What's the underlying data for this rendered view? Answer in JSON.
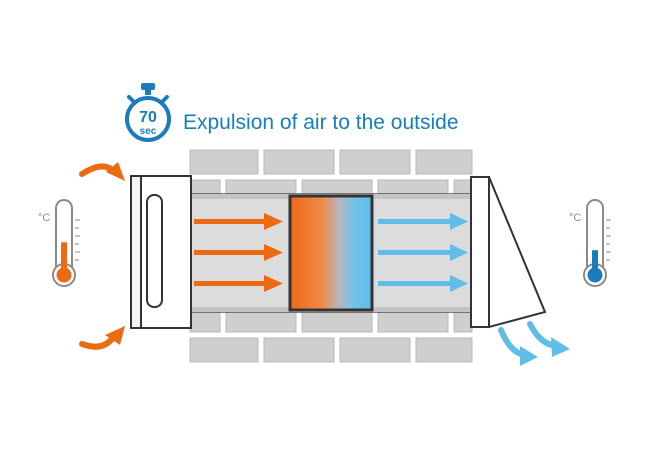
{
  "caption": "Expulsion of air to the outside",
  "timer": {
    "number": "70",
    "unit": "sec"
  },
  "thermometer_left": {
    "unit": "°C",
    "level": 0.42
  },
  "thermometer_right": {
    "unit": "°C",
    "level": 0.3
  },
  "colors": {
    "accent_blue": "#1a7bbf",
    "warm_orange": "#ec6a12",
    "cool_blue": "#5fbde8",
    "brick": "#cfcfcf",
    "brick_stroke": "#b8b8b8",
    "duct": "#dcdcdc"
  },
  "icons": {
    "timer": "stopwatch-icon",
    "left_thermometer": "thermometer-warm-icon",
    "right_thermometer": "thermometer-cold-icon"
  }
}
